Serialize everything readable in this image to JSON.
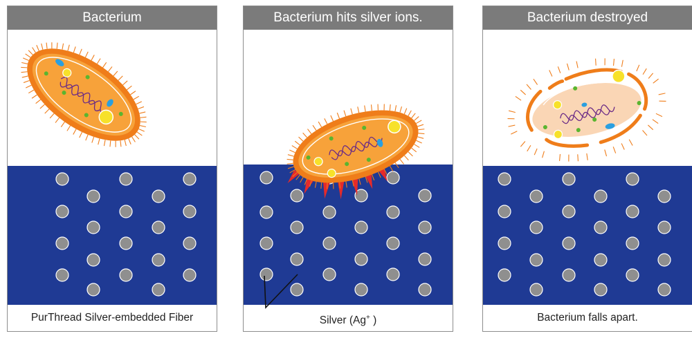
{
  "colors": {
    "fiber": "#1f3a94",
    "silver": "#8f8f8f",
    "header_bg": "#7b7b7b",
    "body_orange": "#f7a23a",
    "outline_orange": "#ef7d1a",
    "dna": "#6a2a86",
    "damage_red": "#e52a2a",
    "yellow": "#f7e12a",
    "green": "#5ab52f",
    "blue": "#2a9fe0"
  },
  "panels": [
    {
      "title": "Bacterium",
      "caption": "PurThread Silver-embedded Fiber"
    },
    {
      "title": "Bacterium hits silver ions.",
      "caption_prefix": "Silver (Ag",
      "caption_sup": "+",
      "caption_suffix": " )"
    },
    {
      "title": "Bacterium destroyed",
      "caption": "Bacterium falls apart."
    }
  ]
}
